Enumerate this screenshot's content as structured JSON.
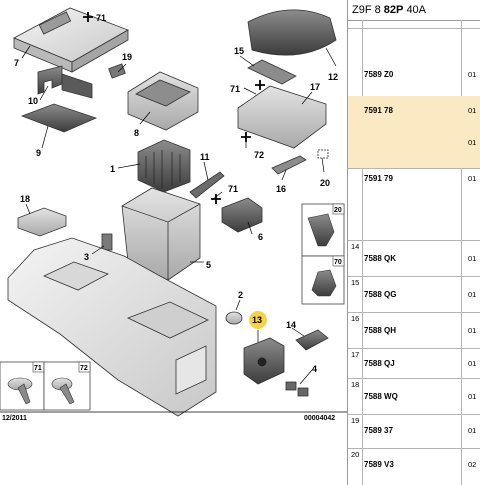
{
  "diagram": {
    "callouts": {
      "c71_top": "71",
      "c7": "7",
      "c10": "10",
      "c9": "9",
      "c19": "19",
      "c8": "8",
      "c1": "1",
      "c11": "11",
      "c71_mid": "71",
      "c6": "6",
      "c18": "18",
      "c3": "3",
      "c5": "5",
      "c15": "15",
      "c71_right": "71",
      "c12": "12",
      "c17": "17",
      "c72": "72",
      "c16": "16",
      "c20": "20",
      "c2": "2",
      "c13": "13",
      "c14": "14",
      "c4": "4"
    },
    "insets": {
      "box20": "20",
      "box70": "70",
      "box71": "71",
      "box72": "72"
    },
    "footer_date": "12/2011",
    "footer_code": "00004042",
    "highlight_color": "#f5d24a"
  },
  "table": {
    "header_prefix": "Z9F 8",
    "header_bold": "82P",
    "header_suffix": "40A",
    "rows": [
      {
        "index": "",
        "ref": "7589 Z0",
        "qty": "01"
      },
      {
        "index": "",
        "ref": "7591 78",
        "qty": "01",
        "qty2": "01"
      },
      {
        "index": "",
        "ref": "7591 79",
        "qty": "01"
      },
      {
        "index": "14",
        "ref": "7588 QK",
        "qty": "01"
      },
      {
        "index": "15",
        "ref": "7588 QG",
        "qty": "01"
      },
      {
        "index": "16",
        "ref": "7588 QH",
        "qty": "01"
      },
      {
        "index": "17",
        "ref": "7588 QJ",
        "qty": "01"
      },
      {
        "index": "18",
        "ref": "7588 WQ",
        "qty": "01"
      },
      {
        "index": "19",
        "ref": "7589 37",
        "qty": "01"
      },
      {
        "index": "20",
        "ref": "7589 V3",
        "qty": "02"
      }
    ],
    "highlight_color": "#fbe9c4"
  }
}
